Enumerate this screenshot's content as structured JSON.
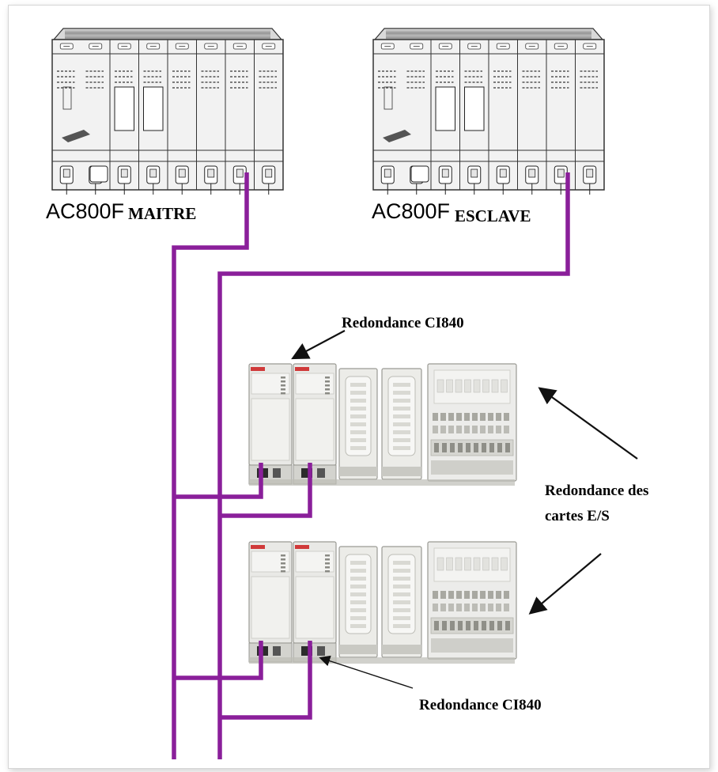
{
  "colors": {
    "bus": "#8a1f9a",
    "rack_fill": "#f2f2f2",
    "rack_stroke": "#333333",
    "module_fill": "#e9e9e6",
    "module_stroke": "#9a9a94",
    "arrow": "#111111"
  },
  "controllers": {
    "master": {
      "model": "AC800F",
      "role": "MAITRE"
    },
    "slave": {
      "model": "AC800F",
      "role": "ESCLAVE"
    }
  },
  "annotations": {
    "redundancy_ci840_top": "Redondance CI840",
    "redundancy_io_line1": "Redondance des",
    "redundancy_io_line2": "cartes E/S",
    "redundancy_ci840_bottom": "Redondance CI840"
  },
  "io_stations": [
    {
      "id": "io-station-1",
      "modules": [
        "CI840",
        "CI840",
        "TU",
        "TU",
        "I/O"
      ]
    },
    {
      "id": "io-station-2",
      "modules": [
        "CI840",
        "CI840",
        "TU",
        "TU",
        "I/O"
      ]
    }
  ],
  "icons": {
    "rack": "controller-rack-icon",
    "io": "io-station-icon",
    "arrow": "arrow-icon"
  }
}
